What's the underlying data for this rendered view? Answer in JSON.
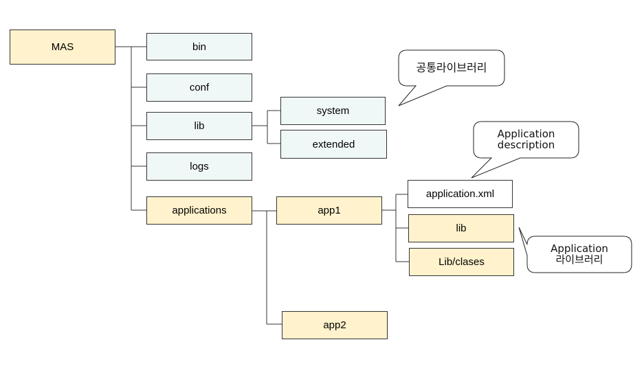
{
  "colors": {
    "yellow_fill": "#fff2cc",
    "teal_fill": "#f0f8f7",
    "white_fill": "#ffffff",
    "border": "#333333"
  },
  "nodes": {
    "mas": "MAS",
    "bin": "bin",
    "conf": "conf",
    "lib": "lib",
    "logs": "logs",
    "applications": "applications",
    "system": "system",
    "extended": "extended",
    "app1": "app1",
    "app2": "app2",
    "application_xml": "application.xml",
    "app_lib": "lib",
    "lib_classes": "Lib/clases"
  },
  "callouts": {
    "common_library": "공통라이브러리",
    "app_description_line1": "Application",
    "app_description_line2": "description",
    "app_library_line1": "Application",
    "app_library_line2": "라이브러리"
  }
}
